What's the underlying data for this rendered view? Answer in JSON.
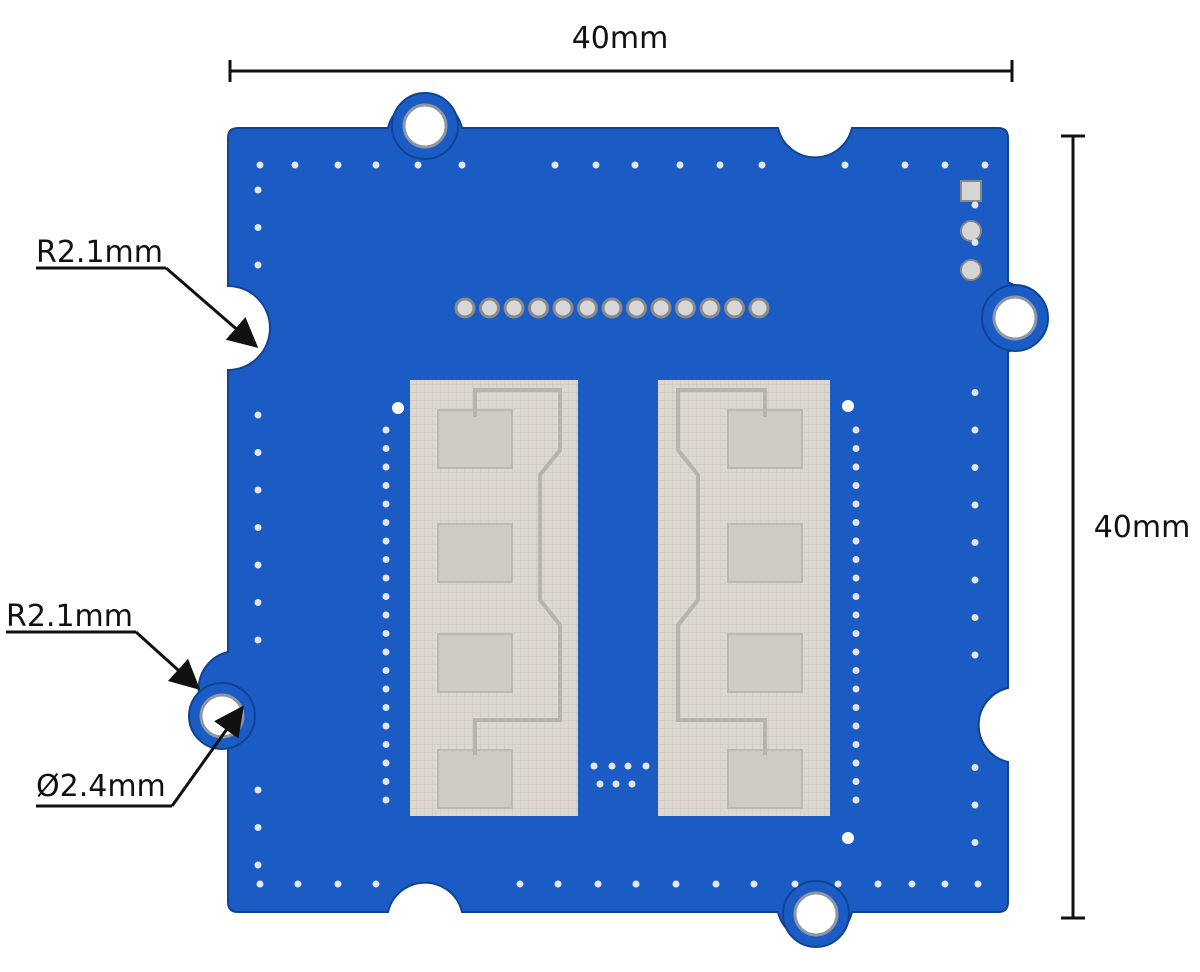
{
  "dimensions": {
    "width_label": "40mm",
    "height_label": "40mm"
  },
  "callouts": {
    "top_left_radius": "R2.1mm",
    "bottom_left_radius": "R2.1mm",
    "hole_diameter": "Ø2.4mm"
  },
  "colors": {
    "board": "#1a5bc4",
    "board_dark": "#124a9f",
    "silkscreen_pad": "#d8d3cb",
    "copper": "#c9c4bc",
    "hole": "#ffffff",
    "ring": "#9aa2ad",
    "dim_line": "#111111"
  },
  "antenna": {
    "patch_count_per_array": 4,
    "array_count": 2
  },
  "header_pins": 13,
  "grove_pins": 3
}
